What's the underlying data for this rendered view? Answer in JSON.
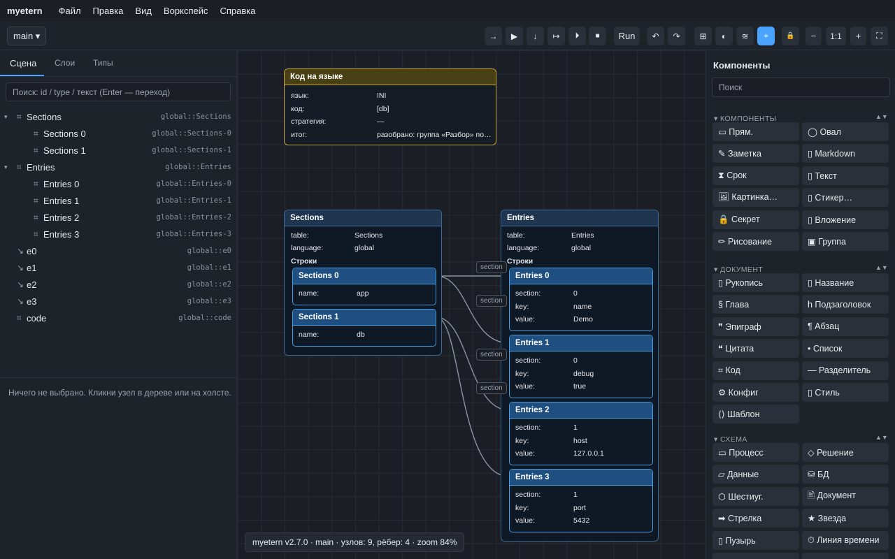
{
  "menubar": {
    "brand": "myetern",
    "items": [
      "Файл",
      "Правка",
      "Вид",
      "Воркспейс",
      "Справка"
    ]
  },
  "toolbar": {
    "branch": "main ▾",
    "run": "Run",
    "zoom_reset": "1:1",
    "minus": "−",
    "plus": "+",
    "icons": {
      "step": "→",
      "play": "▶",
      "step_in": "↓",
      "step_over": "↦",
      "small_play": "⏵",
      "stop": "■",
      "undo": "↶",
      "redo": "↷",
      "grid": "⊞",
      "contrast": "◐",
      "wave": "≋",
      "target": "⌖",
      "lock": "🔒",
      "fit": "⛶"
    }
  },
  "left": {
    "tabs": [
      "Сцена",
      "Слои",
      "Типы"
    ],
    "search_placeholder": "Поиск: id / type / текст (Enter — переход)",
    "tree": [
      {
        "toggle": "▾",
        "icon": "⌗",
        "label": "Sections",
        "id": "global::Sections",
        "indent": 0
      },
      {
        "toggle": "",
        "icon": "⌗",
        "label": "Sections 0",
        "id": "global::Sections-0",
        "indent": 1
      },
      {
        "toggle": "",
        "icon": "⌗",
        "label": "Sections 1",
        "id": "global::Sections-1",
        "indent": 1
      },
      {
        "toggle": "▾",
        "icon": "⌗",
        "label": "Entries",
        "id": "global::Entries",
        "indent": 0
      },
      {
        "toggle": "",
        "icon": "⌗",
        "label": "Entries 0",
        "id": "global::Entries-0",
        "indent": 1
      },
      {
        "toggle": "",
        "icon": "⌗",
        "label": "Entries 1",
        "id": "global::Entries-1",
        "indent": 1
      },
      {
        "toggle": "",
        "icon": "⌗",
        "label": "Entries 2",
        "id": "global::Entries-2",
        "indent": 1
      },
      {
        "toggle": "",
        "icon": "⌗",
        "label": "Entries 3",
        "id": "global::Entries-3",
        "indent": 1
      },
      {
        "toggle": "",
        "icon": "↘",
        "label": "e0",
        "id": "global::e0",
        "indent": 0
      },
      {
        "toggle": "",
        "icon": "↘",
        "label": "e1",
        "id": "global::e1",
        "indent": 0
      },
      {
        "toggle": "",
        "icon": "↘",
        "label": "e2",
        "id": "global::e2",
        "indent": 0
      },
      {
        "toggle": "",
        "icon": "↘",
        "label": "e3",
        "id": "global::e3",
        "indent": 0
      },
      {
        "toggle": "",
        "icon": "⌗",
        "label": "code",
        "id": "global::code",
        "indent": 0
      }
    ],
    "nothing_selected": "Ничего не выбрано. Кликни узел в дереве или на холсте."
  },
  "canvas": {
    "code_node": {
      "title": "Код на языке",
      "rows": [
        [
          "язык:",
          "INI"
        ],
        [
          "код:",
          "[db]"
        ],
        [
          "стратегия:",
          "—"
        ],
        [
          "итог:",
          "разобрано: группа «Разбор» по…"
        ]
      ]
    },
    "sections": {
      "title": "Sections",
      "rows": [
        [
          "table:",
          "Sections"
        ],
        [
          "language:",
          "global"
        ]
      ],
      "rows_label": "Строки",
      "children": [
        {
          "title": "Sections 0",
          "rows": [
            [
              "name:",
              "app"
            ]
          ]
        },
        {
          "title": "Sections 1",
          "rows": [
            [
              "name:",
              "db"
            ]
          ]
        }
      ]
    },
    "entries": {
      "title": "Entries",
      "rows": [
        [
          "table:",
          "Entries"
        ],
        [
          "language:",
          "global"
        ]
      ],
      "rows_label": "Строки",
      "children": [
        {
          "title": "Entries 0",
          "rows": [
            [
              "section:",
              "0"
            ],
            [
              "key:",
              "name"
            ],
            [
              "value:",
              "Demo"
            ]
          ]
        },
        {
          "title": "Entries 1",
          "rows": [
            [
              "section:",
              "0"
            ],
            [
              "key:",
              "debug"
            ],
            [
              "value:",
              "true"
            ]
          ]
        },
        {
          "title": "Entries 2",
          "rows": [
            [
              "section:",
              "1"
            ],
            [
              "key:",
              "host"
            ],
            [
              "value:",
              "127.0.0.1"
            ]
          ]
        },
        {
          "title": "Entries 3",
          "rows": [
            [
              "section:",
              "1"
            ],
            [
              "key:",
              "port"
            ],
            [
              "value:",
              "5432"
            ]
          ]
        }
      ]
    },
    "edge_label": "section",
    "status": "myetern v2.7.0 · main · узлов: 9, рёбер: 4 · zoom 84%"
  },
  "right": {
    "title": "Компоненты",
    "search_placeholder": "Поиск",
    "section_arrows": "▲▼",
    "sections": [
      {
        "title": "▾ КОМПОНЕНТЫ",
        "items": [
          "▭ Прям.",
          "◯ Овал",
          "✎ Заметка",
          "▯ Markdown",
          "⧗ Срок",
          "▯ Текст",
          "🖼 Картинка…",
          "▯ Стикер…",
          "🔒 Секрет",
          "▯ Вложение",
          "✏ Рисование",
          "▣ Группа"
        ]
      },
      {
        "title": "▾ ДОКУМЕНТ",
        "items": [
          "▯ Рукопись",
          "▯ Название",
          "§ Глава",
          "h Подзаголовок",
          "❞ Эпиграф",
          "¶ Абзац",
          "❝ Цитата",
          "• Список",
          "⌗ Код",
          "— Разделитель",
          "⚙ Конфиг",
          "▯ Стиль",
          "⟨⟩ Шаблон"
        ]
      },
      {
        "title": "▾ СХЕМА",
        "items": [
          "▭ Процесс",
          "◇ Решение",
          "▱ Данные",
          "⛁ БД",
          "⬡ Шестиуг.",
          "🖹 Документ",
          "➡ Стрелка",
          "★ Звезда",
          "▯ Пузырь",
          "⏱ Линия времени",
          "",
          ""
        ]
      }
    ]
  }
}
